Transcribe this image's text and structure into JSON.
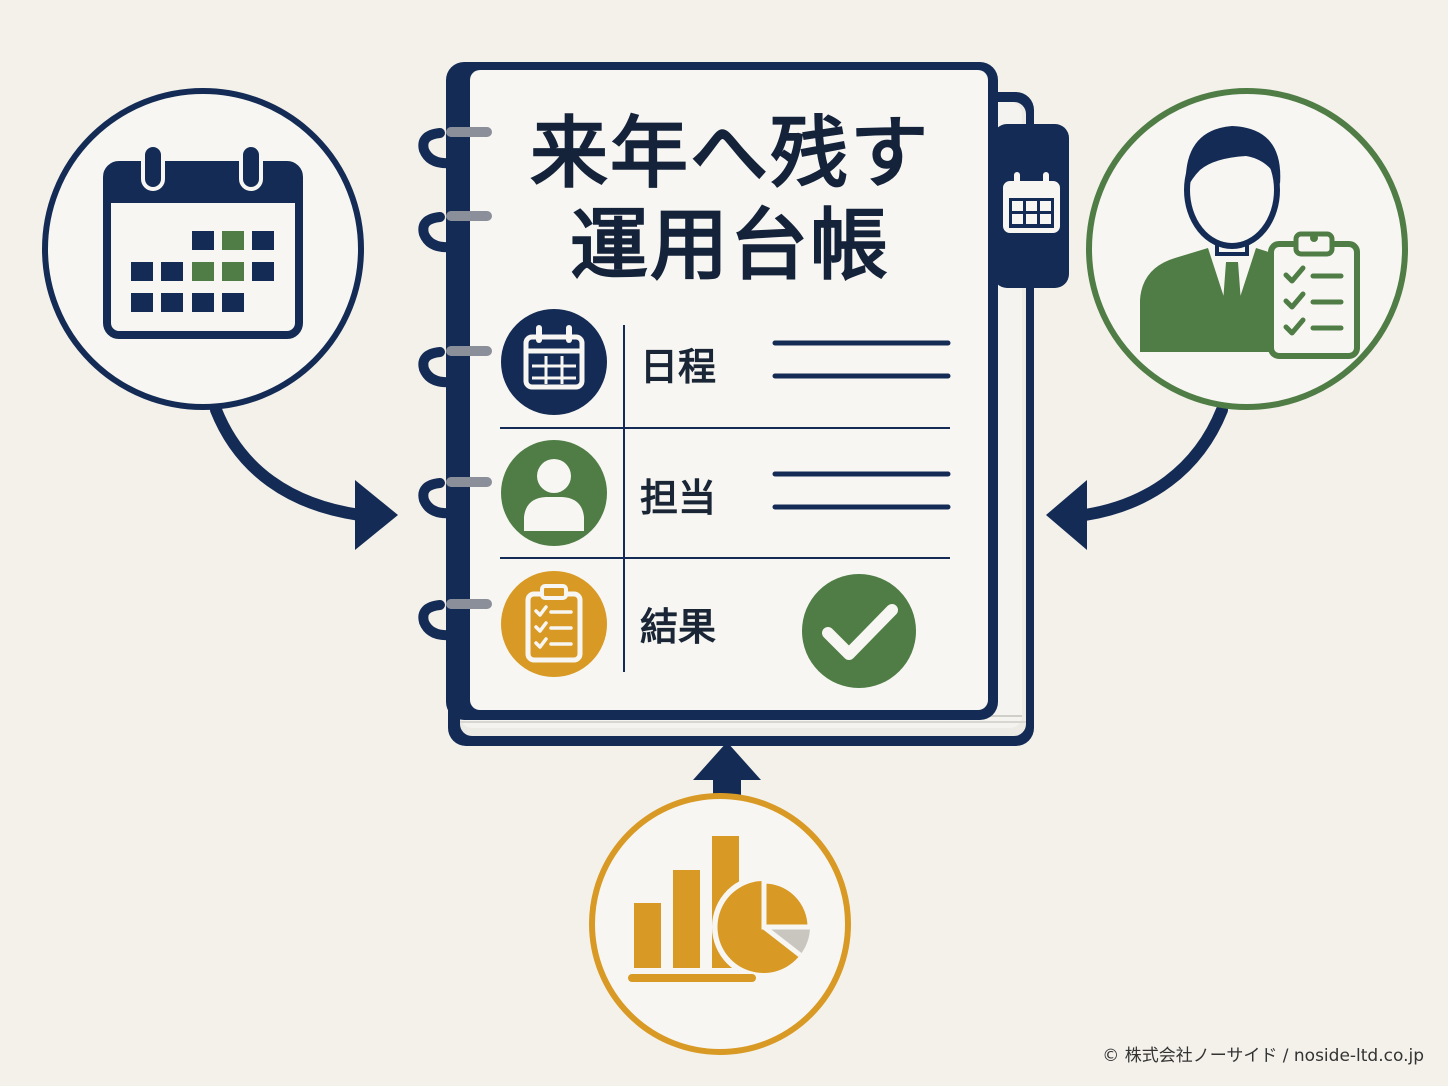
{
  "colors": {
    "background": "#f4f1eb",
    "navy": "#142c55",
    "green": "#4f7d45",
    "gold": "#d89a24",
    "page": "#f7f6f2",
    "text": "#1a2636"
  },
  "binder": {
    "title_line1": "来年へ残す",
    "title_line2": "運用台帳",
    "tab_icon": "calendar-icon",
    "rows": [
      {
        "icon": "calendar-icon",
        "label": "日程",
        "indicator": "lines"
      },
      {
        "icon": "person-icon",
        "label": "担当",
        "indicator": "lines"
      },
      {
        "icon": "clipboard-checklist-icon",
        "label": "結果",
        "indicator": "check-circle"
      }
    ]
  },
  "inputs": {
    "left": {
      "icon": "calendar-icon",
      "color": "navy"
    },
    "right": {
      "icon": "businessman-clipboard-icon",
      "color": "green"
    },
    "bottom": {
      "icon": "bar-pie-chart-icon",
      "color": "gold"
    }
  },
  "footer": {
    "credit": "© 株式会社ノーサイド / noside-ltd.co.jp"
  }
}
